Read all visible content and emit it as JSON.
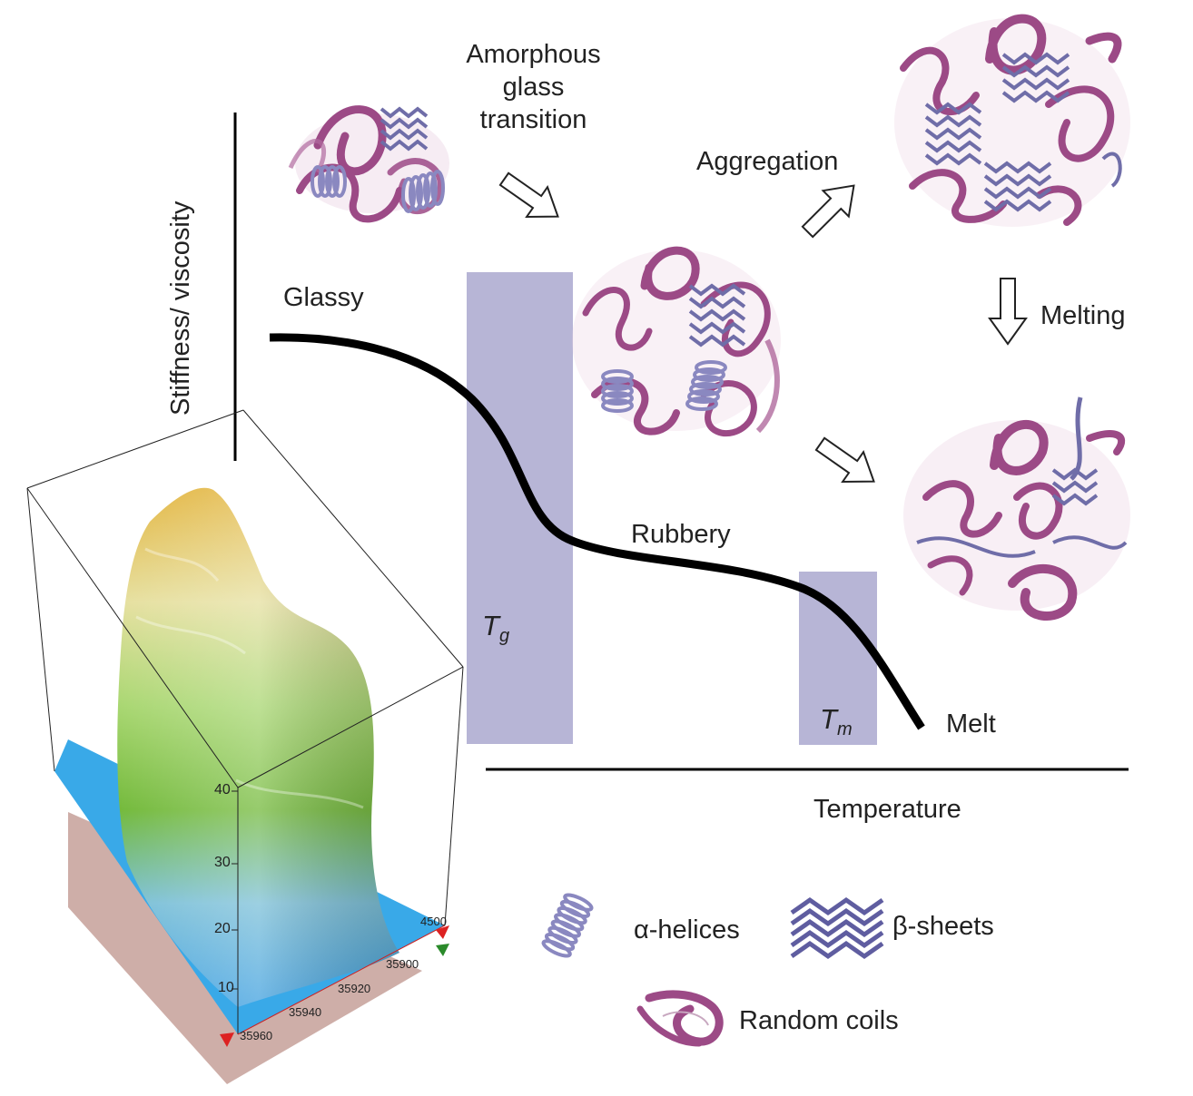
{
  "labels": {
    "amorphous_line1": "Amorphous",
    "amorphous_line2": "glass",
    "amorphous_line3": "transition",
    "aggregation": "Aggregation",
    "melting": "Melting",
    "glassy": "Glassy",
    "rubbery": "Rubbery",
    "melt": "Melt",
    "temperature": "Temperature",
    "y_axis": "Stiffness/ viscosity"
  },
  "transitions": {
    "tg_symbol": "T",
    "tg_sub": "g",
    "tm_symbol": "T",
    "tm_sub": "m"
  },
  "legend": {
    "helices": "α-helices",
    "sheets": "β-sheets",
    "coils": "Random coils"
  },
  "surface_plot": {
    "z_ticks": [
      "40",
      "30",
      "20",
      "10"
    ],
    "x_ticks": [
      "35900",
      "35920",
      "35940",
      "35960"
    ],
    "corner_tick": "4500"
  },
  "colors": {
    "bar": "#b7b5d6",
    "coil": "#9c4a86",
    "structure": "#6f6da8",
    "curve": "#000000",
    "base_plane": "#39a9e8",
    "shadow_plane": "#c9a59e"
  }
}
